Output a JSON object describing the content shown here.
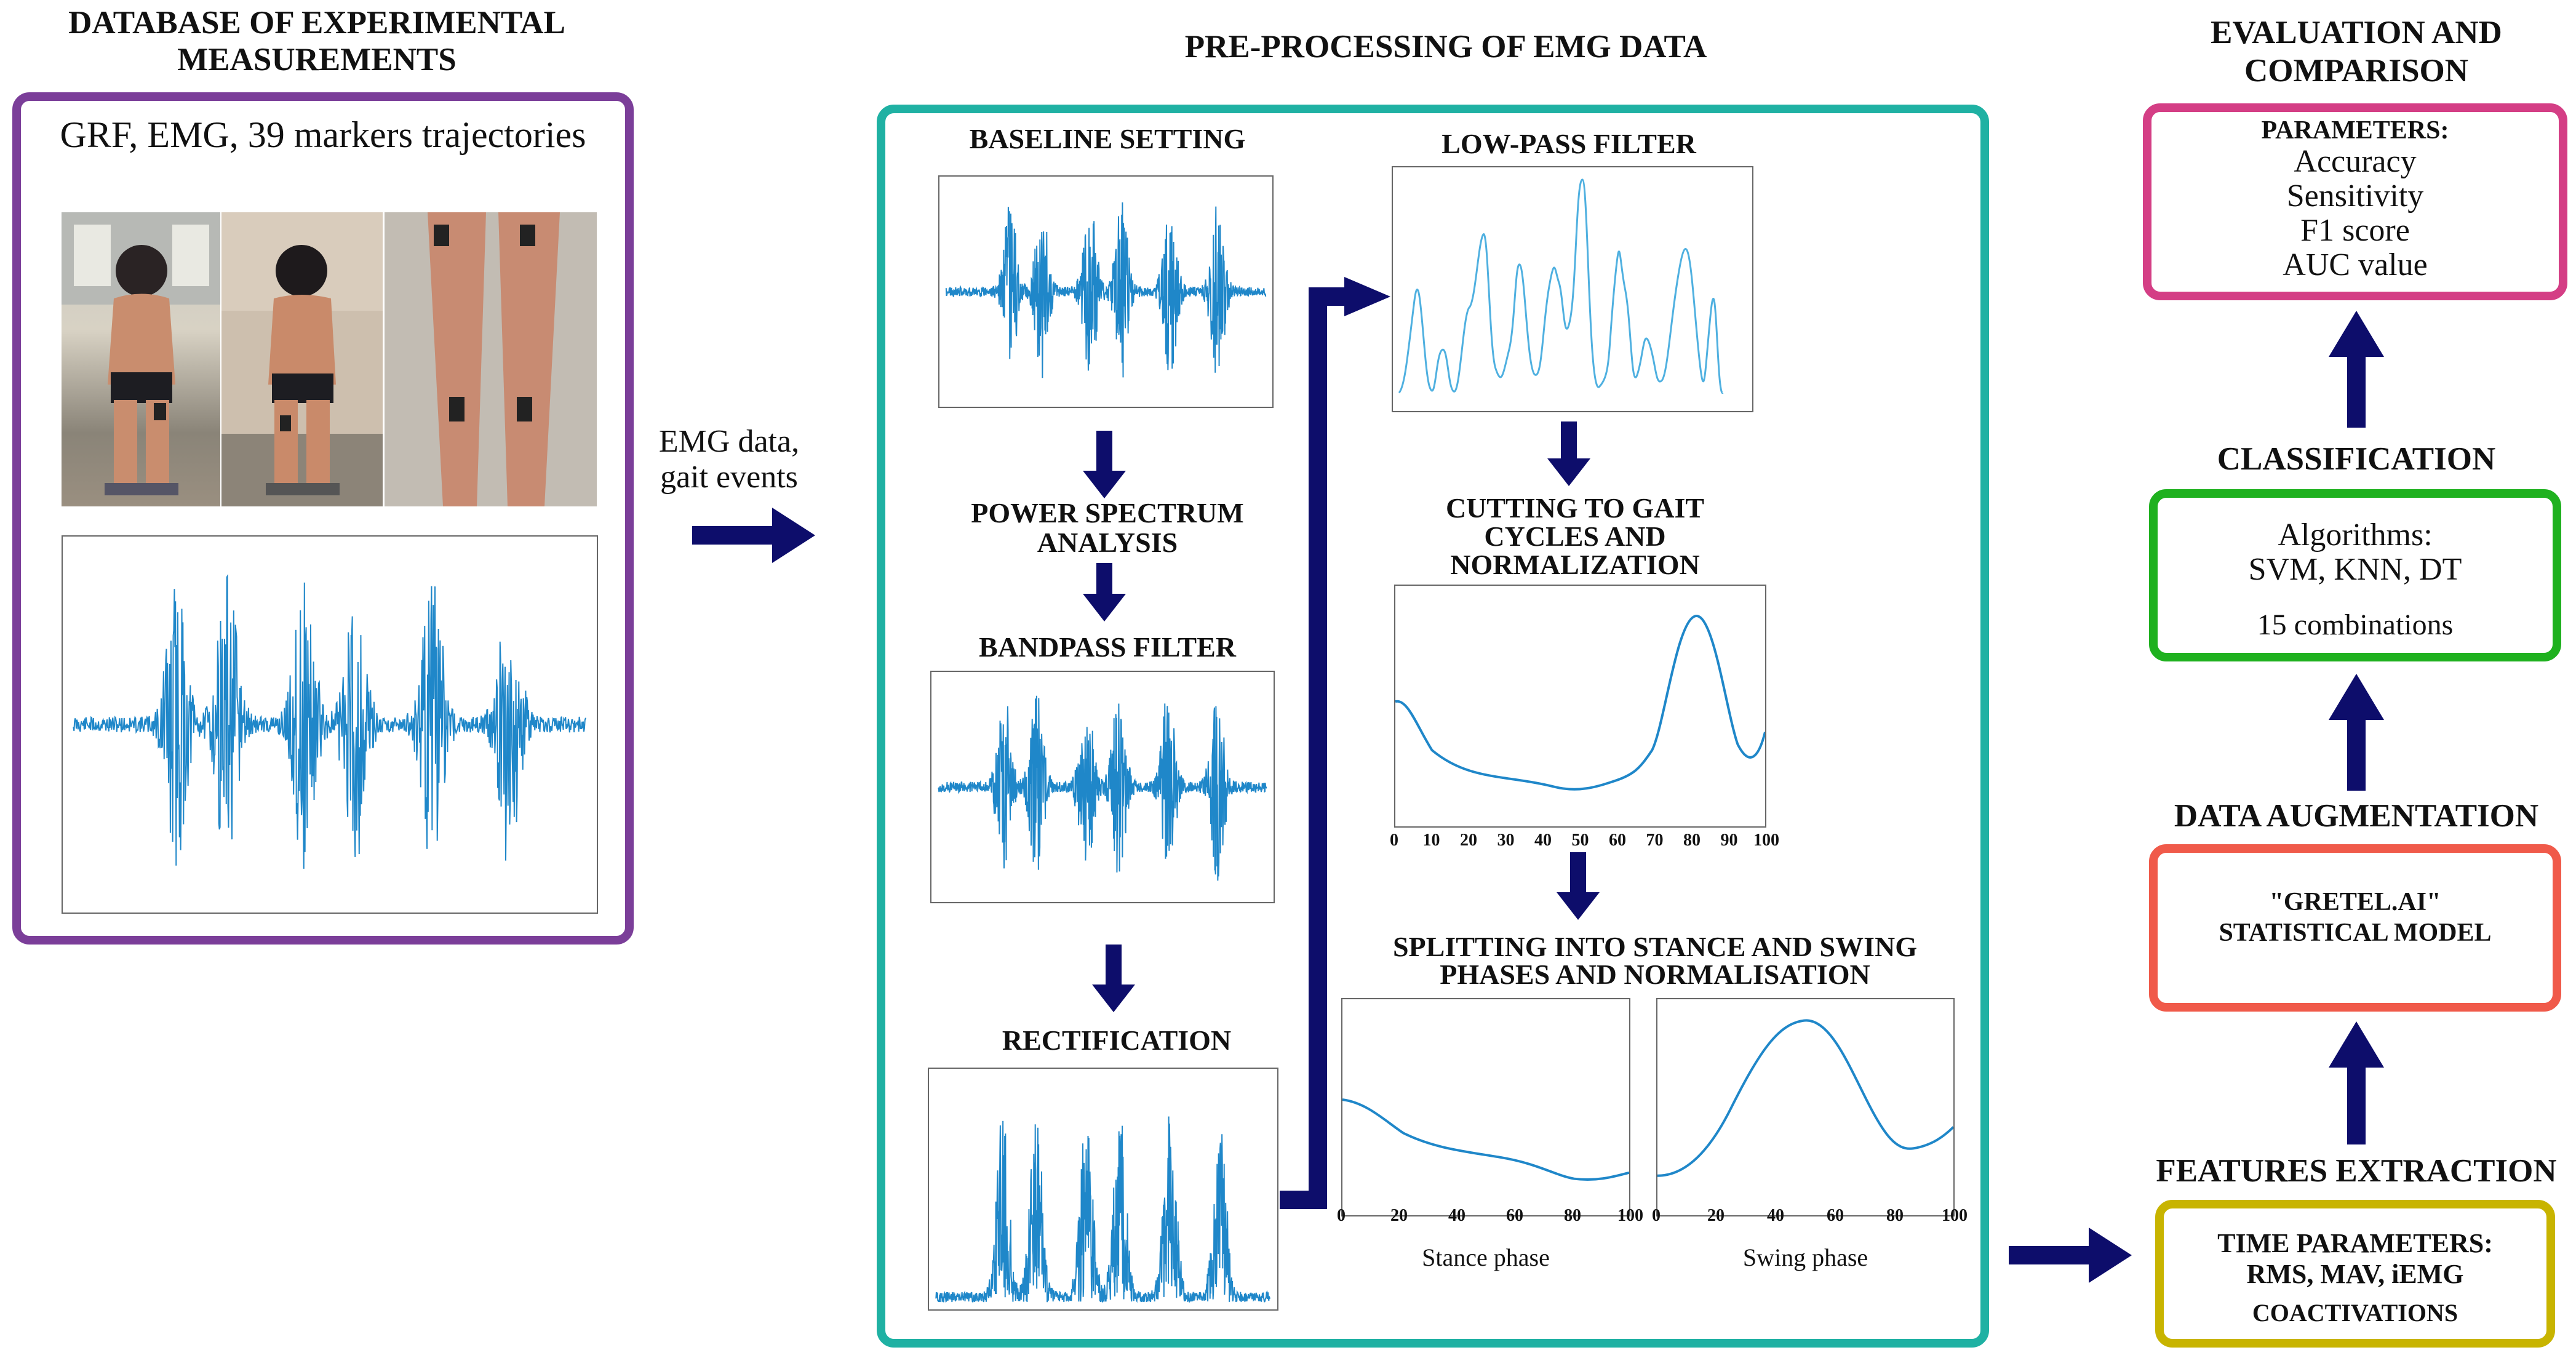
{
  "colors": {
    "arrow": "#0d0d6b",
    "signal": "#1f87c9",
    "signal_light": "#4fb0e0",
    "db_box": "#7b3e99",
    "prep_box": "#1fb1a3",
    "params_box": "#d43e85",
    "class_box": "#1fb11f",
    "aug_box": "#f05a4a",
    "feat_box": "#c8b400"
  },
  "database": {
    "title_line1": "DATABASE OF EXPERIMENTAL",
    "title_line2": "MEASUREMENTS",
    "subtitle": "GRF, EMG, 39 markers trajectories"
  },
  "flow_label": {
    "line1": "EMG data,",
    "line2": "gait events"
  },
  "preprocessing": {
    "title": "PRE-PROCESSING OF EMG DATA",
    "baseline": "BASELINE SETTING",
    "power_line1": "POWER SPECTRUM",
    "power_line2": "ANALYSIS",
    "bandpass": "BANDPASS FILTER",
    "rectification": "RECTIFICATION",
    "lowpass": "LOW-PASS FILTER",
    "cutting_line1": "CUTTING TO GAIT",
    "cutting_line2": "CYCLES AND",
    "cutting_line3": "NORMALIZATION",
    "splitting_line1": "SPLITTING INTO STANCE AND SWING",
    "splitting_line2": "PHASES AND NORMALISATION",
    "stance_label": "Stance phase",
    "swing_label": "Swing phase",
    "cycle_ticks": [
      "0",
      "10",
      "20",
      "30",
      "40",
      "50",
      "60",
      "70",
      "80",
      "90",
      "100"
    ],
    "phase_ticks": [
      "0",
      "20",
      "40",
      "60",
      "80",
      "100"
    ]
  },
  "evaluation": {
    "title_line1": "EVALUATION AND",
    "title_line2": "COMPARISON",
    "params_title": "PARAMETERS:",
    "params": [
      "Accuracy",
      "Sensitivity",
      "F1 score",
      "AUC value"
    ]
  },
  "classification": {
    "title": "CLASSIFICATION",
    "line1": "Algorithms:",
    "line2": "SVM, KNN, DT",
    "line3": "15 combinations"
  },
  "augmentation": {
    "title": "DATA AUGMENTATION",
    "line1": "\"GRETEL.AI\"",
    "line2": "STATISTICAL MODEL"
  },
  "features": {
    "title": "FEATURES EXTRACTION",
    "line1": "TIME PARAMETERS:",
    "line2": "RMS, MAV, iEMG",
    "line3": "COACTIVATIONS"
  }
}
